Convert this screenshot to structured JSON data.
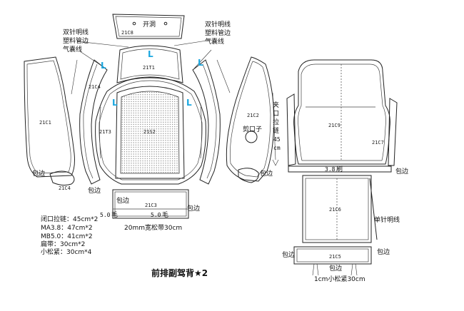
{
  "labels": {
    "kaidong": "开洞",
    "double_stitch_left": [
      "双针明线",
      "塑料管边",
      "气囊线"
    ],
    "double_stitch_right": [
      "双针明线",
      "塑料管边",
      "气囊线"
    ],
    "jiakou_lalian": [
      "夹",
      "口",
      "拉",
      "链",
      "45",
      "cm"
    ],
    "jiankouzi": "剪口子",
    "baobian": "包边",
    "single_stitch": "单针明线",
    "strip_3_8": "3.8",
    "strip_3_8_suffix": "刷",
    "mark_5_0_left": "5.0",
    "mark_5_0_left_suffix": "毛",
    "mark_5_0_mid": "5.0",
    "mark_5_0_mid_suffix": "毛",
    "elastic_band": "20mm宽松带30cm",
    "elastic_band_bottom": "1cm小松紧30cm"
  },
  "pieces": {
    "c8": "21C8",
    "t1": "21T1",
    "c4_top": "21C4",
    "c4_bottom": "21C4",
    "c1": "21C1",
    "t3": "21T3",
    "s2": "21S2",
    "c2": "21C2",
    "c3": "21C3",
    "c9": "21C9",
    "c7": "21C7",
    "c6": "21C6",
    "c5": "21C5"
  },
  "markers": {
    "l1": "L",
    "l2": "L",
    "l3": "L",
    "l4": "L",
    "l5": "L"
  },
  "notes": [
    "闭口拉链：45cm*2",
    "MA3.8：47cm*2",
    "MB5.0：41cm*2",
    "扁带：30cm*2",
    "小松紧：30cm*4"
  ],
  "footer_title": "前排副驾背★2"
}
